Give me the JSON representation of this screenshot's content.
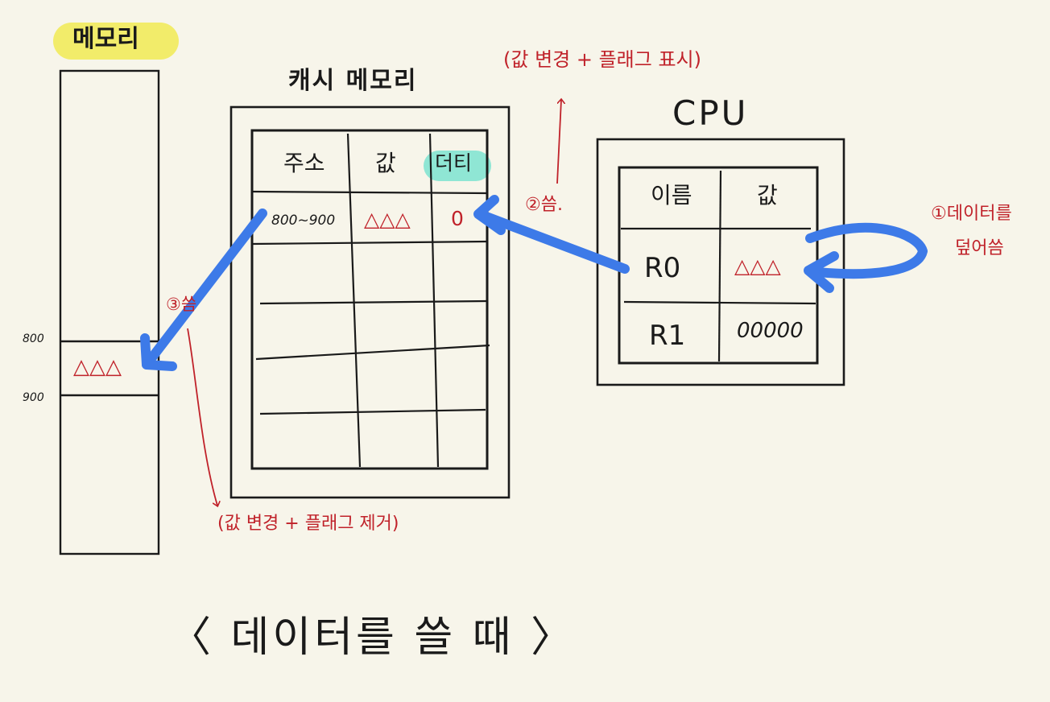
{
  "memory": {
    "title": "메모리",
    "addr_start": "800",
    "addr_end": "900",
    "stored_value": "△△△"
  },
  "cache": {
    "title": "캐시 메모리",
    "headers": [
      "주소",
      "값",
      "더티"
    ],
    "row": {
      "address": "800~900",
      "value": "△△△",
      "dirty": "0"
    }
  },
  "cpu": {
    "title": "CPU",
    "headers": [
      "이름",
      "값"
    ],
    "rows": [
      {
        "name": "R0",
        "value": "△△△"
      },
      {
        "name": "R1",
        "value": "00000"
      }
    ]
  },
  "annotations": {
    "step1_line1": "①데이터를",
    "step1_line2": "덮어씀",
    "step2": "②씀.",
    "step2_note": "(값 변경 + 플래그 표시)",
    "step3": "③씀",
    "step3_note": "(값 변경 + 플래그 제거)"
  },
  "caption": "〈 데이터를 쓸 때 〉",
  "colors": {
    "background": "#f7f5ea",
    "ink": "#1a1a1a",
    "red_ink": "#c0222a",
    "blue_arrow": "#3d7ae8",
    "yellow_highlight": "#f2ec6a",
    "mint_highlight": "#8fe6d4"
  }
}
